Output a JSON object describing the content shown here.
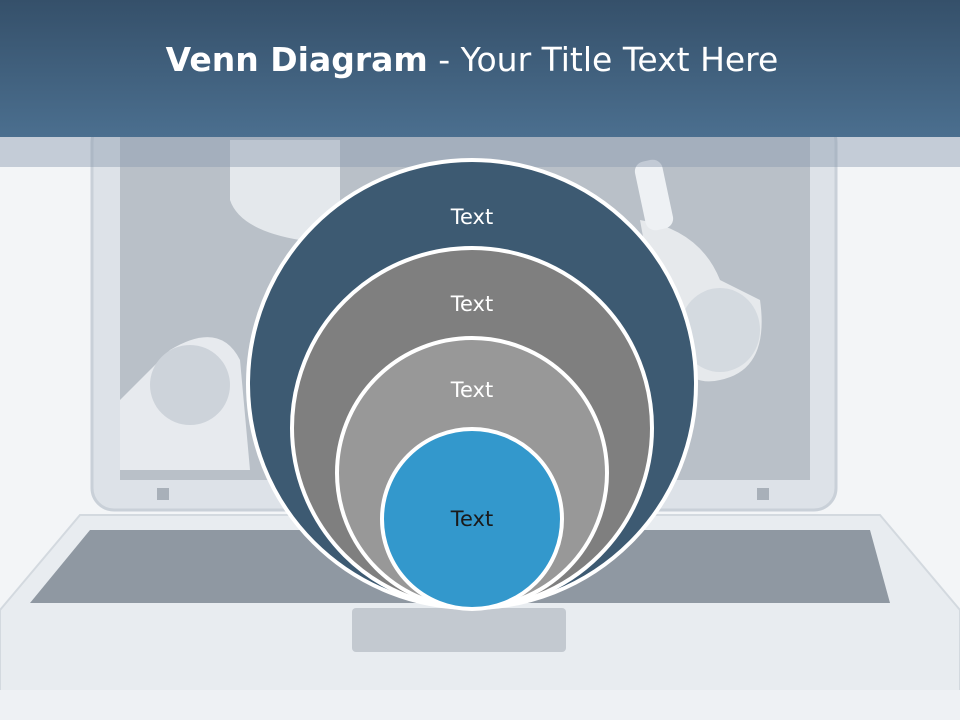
{
  "slide": {
    "title_bold": "Venn Diagram",
    "title_rest": " - Your Title Text Here"
  },
  "diagram": {
    "type": "stacked-nested-circles",
    "circles": [
      {
        "label": "Text",
        "fill": "#3d5a72",
        "label_color": "#ffffff"
      },
      {
        "label": "Text",
        "fill": "#7f7f7f",
        "label_color": "#ffffff"
      },
      {
        "label": "Text",
        "fill": "#989898",
        "label_color": "#ffffff"
      },
      {
        "label": "Text",
        "fill": "#3398cc",
        "label_color": "#1a1a1a"
      }
    ],
    "outline_color": "#ffffff"
  },
  "colors": {
    "title_bar": "#426281",
    "background": "#f4f6f8"
  }
}
